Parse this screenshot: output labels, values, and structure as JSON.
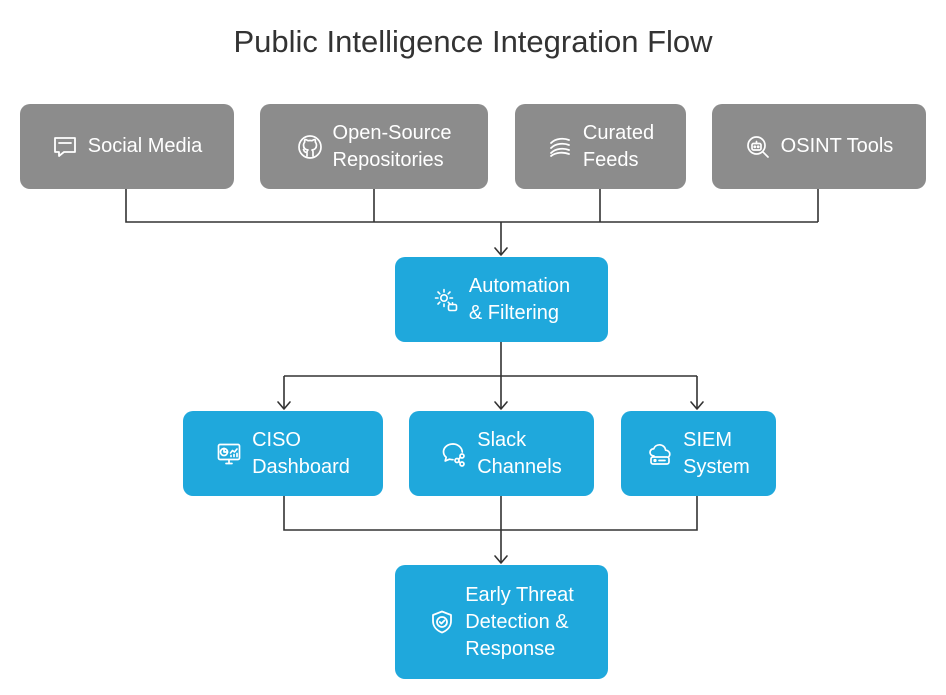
{
  "title": "Public Intelligence Integration Flow",
  "sources": [
    {
      "id": "social-media",
      "lines": [
        "Social Media"
      ],
      "icon": "chat-bubble-icon"
    },
    {
      "id": "open-source-repositories",
      "lines": [
        "Open-Source",
        "Repositories"
      ],
      "icon": "github-icon"
    },
    {
      "id": "curated-feeds",
      "lines": [
        "Curated",
        "Feeds"
      ],
      "icon": "feed-icon"
    },
    {
      "id": "osint-tools",
      "lines": [
        "OSINT Tools"
      ],
      "icon": "robot-search-icon"
    }
  ],
  "process": {
    "id": "automation-filtering",
    "lines": [
      "Automation",
      "& Filtering"
    ],
    "icon": "gear-robot-icon"
  },
  "outputs": [
    {
      "id": "ciso-dashboard",
      "lines": [
        "CISO",
        "Dashboard"
      ],
      "icon": "dashboard-icon"
    },
    {
      "id": "slack-channels",
      "lines": [
        "Slack",
        "Channels"
      ],
      "icon": "share-chat-icon"
    },
    {
      "id": "siem-system",
      "lines": [
        "SIEM",
        "System"
      ],
      "icon": "cloud-server-icon"
    }
  ],
  "result": {
    "id": "early-threat-detection-response",
    "lines": [
      "Early Threat",
      "Detection &",
      "Response"
    ],
    "icon": "shield-check-icon"
  },
  "colors": {
    "source": "#8c8c8c",
    "process": "#1fa8dc",
    "connector": "#333333",
    "title": "#333333"
  }
}
